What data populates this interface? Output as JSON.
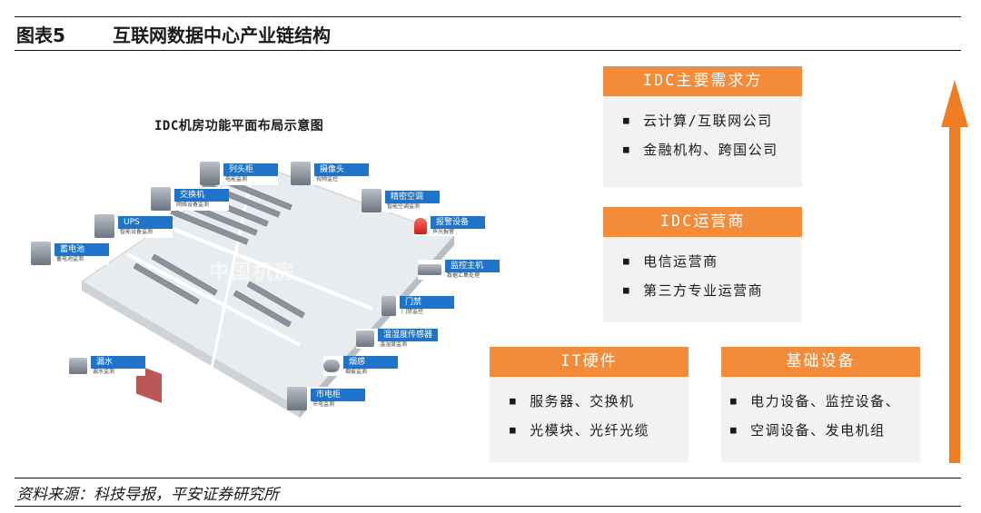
{
  "header": {
    "label": "图表5",
    "title": "互联网数据中心产业链结构"
  },
  "footer": {
    "source": "资料来源：科技导报，平安证券研究所"
  },
  "diagram": {
    "title": "IDC机房功能平面布局示意图",
    "watermark": "中国机房",
    "callouts": [
      {
        "label": "列头柜",
        "sub": "电能监测"
      },
      {
        "label": "摄像头",
        "sub": "视频监控"
      },
      {
        "label": "交换机",
        "sub": "网络设备监测"
      },
      {
        "label": "精密空调",
        "sub": "智能空调监测"
      },
      {
        "label": "UPS",
        "sub": "智能设备监测"
      },
      {
        "label": "报警设备",
        "sub": "声光报警"
      },
      {
        "label": "蓄电池",
        "sub": "蓄电池监测"
      },
      {
        "label": "监控主机",
        "sub": "数据汇集处理"
      },
      {
        "label": "门禁",
        "sub": "门禁监控"
      },
      {
        "label": "温湿度传感器",
        "sub": "温湿度监测"
      },
      {
        "label": "漏水",
        "sub": "漏水监测"
      },
      {
        "label": "烟感",
        "sub": "烟雾监测"
      },
      {
        "label": "市电柜",
        "sub": "市电监测"
      }
    ]
  },
  "boxes": {
    "demand": {
      "header": "IDC主要需求方",
      "items": [
        "云计算/互联网公司",
        "金融机构、跨国公司"
      ]
    },
    "operator": {
      "header": "IDC运营商",
      "items": [
        "电信运营商",
        "第三方专业运营商"
      ]
    },
    "hardware": {
      "header": "IT硬件",
      "items": [
        "服务器、交换机",
        "光模块、光纤光缆"
      ]
    },
    "infra": {
      "header": "基础设备",
      "items": [
        "电力设备、监控设备、",
        "空调设备、发电机组"
      ]
    }
  },
  "colors": {
    "accent": "#f28c3b",
    "box_bg": "#f2f2f2",
    "callout_tag": "#1f73c8"
  }
}
